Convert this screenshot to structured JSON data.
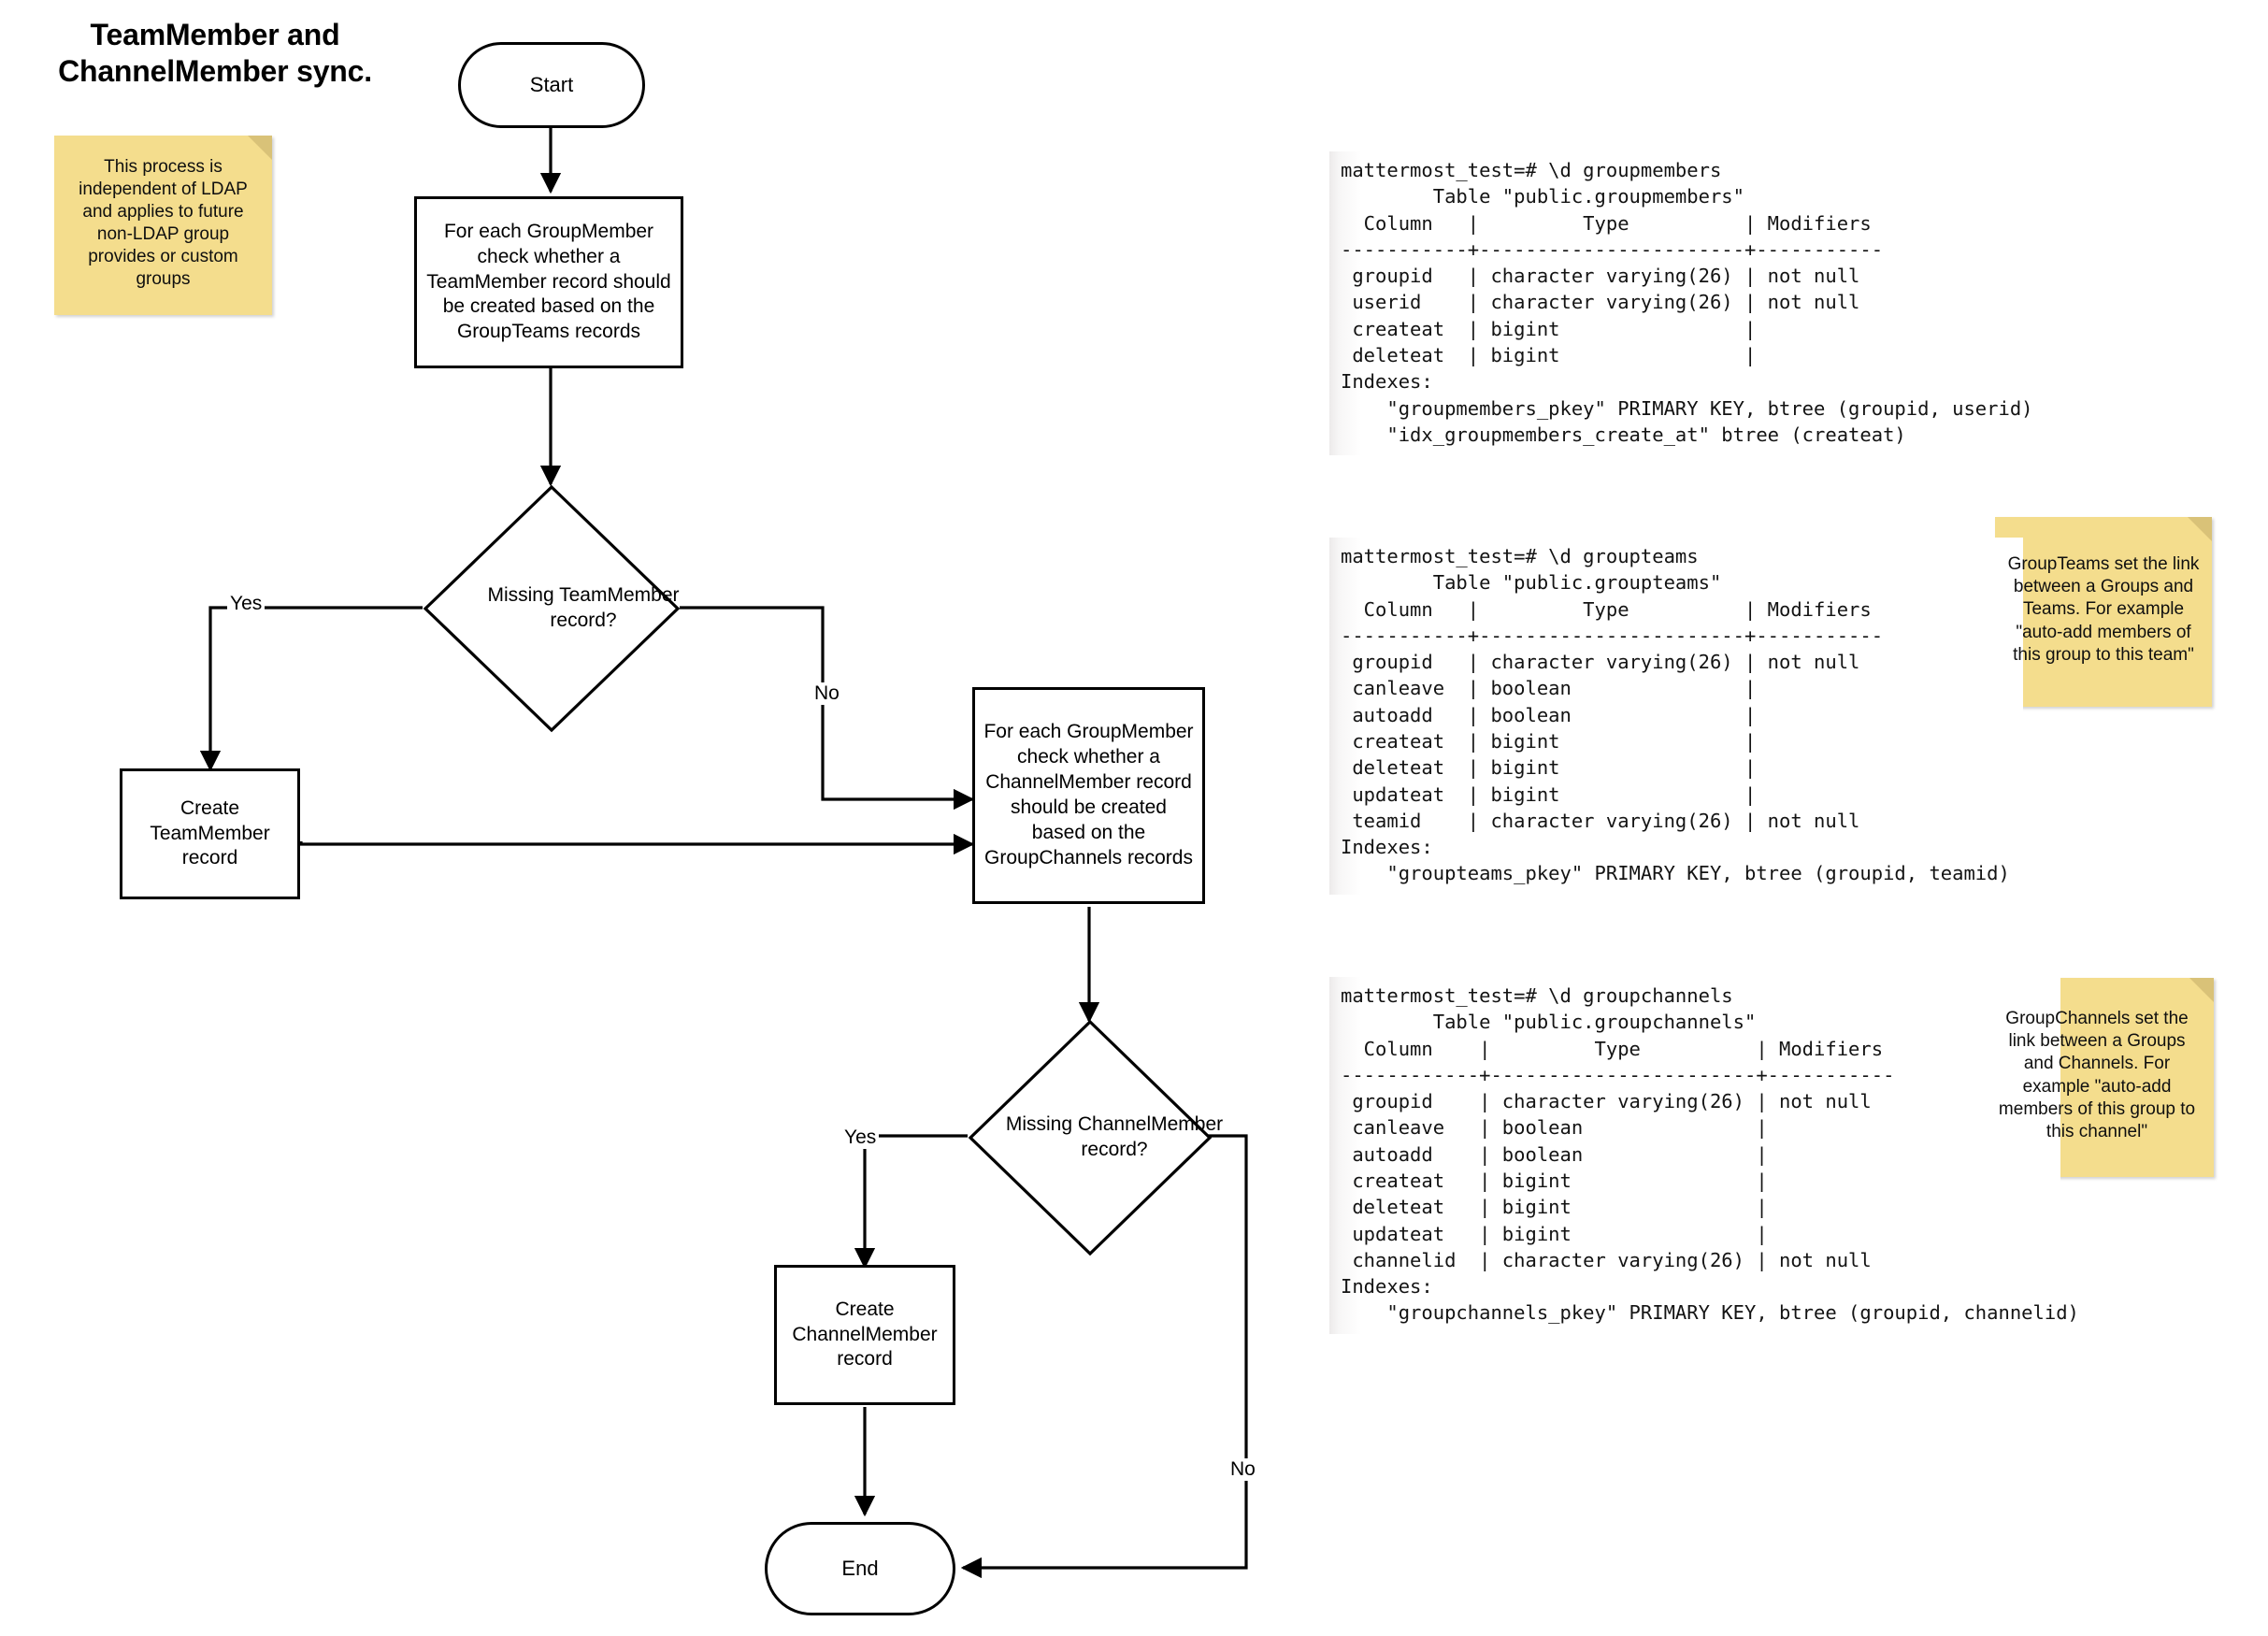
{
  "title": "TeamMember and\nChannelMember sync.",
  "title_lines": [
    "TeamMember and",
    "ChannelMember sync."
  ],
  "notes": [
    {
      "id": "ldap-note",
      "text": "This process is independent of LDAP and applies to future non-LDAP group provides or custom groups"
    },
    {
      "id": "groupteams-note",
      "text": "GroupTeams set the link between a Groups and Teams. For example \"auto-add members of this group to this team\""
    },
    {
      "id": "groupchannels-note",
      "text": "GroupChannels set the link between a Groups and Channels. For example \"auto-add members of this group to this channel\""
    }
  ],
  "flow": {
    "start": "Start",
    "process_teammember": "For each GroupMember check whether a TeamMember record should be created based on the GroupTeams records",
    "decision_teammember": "Missing TeamMember record?",
    "create_teammember": "Create TeamMember record",
    "process_channelmember": "For each GroupMember check whether a ChannelMember record should be created based on the GroupChannels records",
    "decision_channelmember": "Missing ChannelMember record?",
    "create_channelmember": "Create ChannelMember record",
    "end": "End",
    "labels": {
      "yes_team": "Yes",
      "no_team": "No",
      "yes_channel": "Yes",
      "no_channel": "No"
    }
  },
  "terminals": [
    {
      "id": "groupmembers",
      "text": "mattermost_test=# \\d groupmembers\n        Table \"public.groupmembers\"\n  Column   |         Type          | Modifiers\n-----------+-----------------------+-----------\n groupid   | character varying(26) | not null\n userid    | character varying(26) | not null\n createat  | bigint                |\n deleteat  | bigint                |\nIndexes:\n    \"groupmembers_pkey\" PRIMARY KEY, btree (groupid, userid)\n    \"idx_groupmembers_create_at\" btree (createat)"
    },
    {
      "id": "groupteams",
      "text": "mattermost_test=# \\d groupteams\n        Table \"public.groupteams\"\n  Column   |         Type          | Modifiers\n-----------+-----------------------+-----------\n groupid   | character varying(26) | not null\n canleave  | boolean               |\n autoadd   | boolean               |\n createat  | bigint                |\n deleteat  | bigint                |\n updateat  | bigint                |\n teamid    | character varying(26) | not null\nIndexes:\n    \"groupteams_pkey\" PRIMARY KEY, btree (groupid, teamid)"
    },
    {
      "id": "groupchannels",
      "text": "mattermost_test=# \\d groupchannels\n        Table \"public.groupchannels\"\n  Column    |         Type          | Modifiers\n------------+-----------------------+-----------\n groupid    | character varying(26) | not null\n canleave   | boolean               |\n autoadd    | boolean               |\n createat   | bigint                |\n deleteat   | bigint                |\n updateat   | bigint                |\n channelid  | character varying(26) | not null\nIndexes:\n    \"groupchannels_pkey\" PRIMARY KEY, btree (groupid, channelid)"
    }
  ],
  "colors": {
    "note_fill": "#f4dd8d",
    "note_fold": "#d9c278",
    "stroke": "#000000",
    "shape_fill": "#ffffff",
    "terminal_text": "#131313"
  }
}
